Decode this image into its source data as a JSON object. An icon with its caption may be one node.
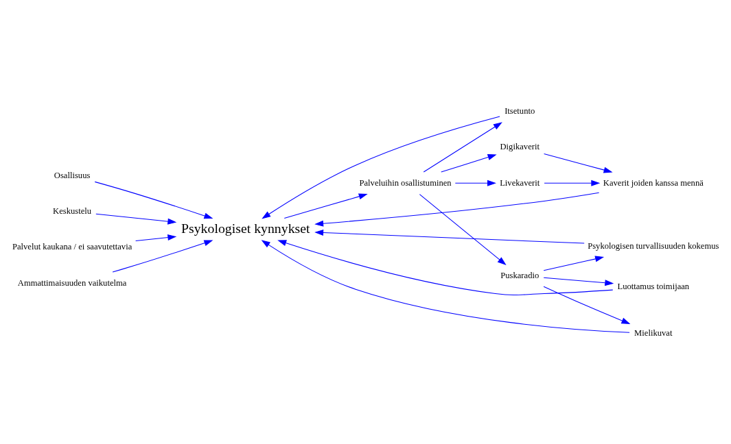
{
  "diagram": {
    "nodes": [
      {
        "text": [
          "Psykologiset kynnykset"
        ]
      },
      {
        "text": [
          "Osallisuus"
        ]
      },
      {
        "text": [
          "Keskustelu"
        ]
      },
      {
        "text": [
          "Palvelut kaukana / ei saavutettavia"
        ]
      },
      {
        "text": [
          "Itsetunto"
        ]
      },
      {
        "text": [
          "Palveluihin osallistuminen"
        ]
      },
      {
        "text": [
          "Ammattimaisuuden vaikutelma"
        ]
      },
      {
        "text": [
          "Digikaverit"
        ]
      },
      {
        "text": [
          "Psykologisen turvallisuuden kokemus"
        ]
      },
      {
        "text": [
          "Kaverit joiden kanssa mennä"
        ]
      },
      {
        "text": [
          "Livekaverit"
        ]
      },
      {
        "text": [
          "Luottamus toimijaan"
        ]
      },
      {
        "text": [
          "Mielikuvat"
        ]
      },
      {
        "text": [
          "Puskaradio"
        ]
      }
    ],
    "edges": [
      {
        "from": 1,
        "to": 0,
        "arrow": "to"
      },
      {
        "from": 2,
        "to": 0,
        "arrow": "to"
      },
      {
        "from": 3,
        "to": 0,
        "arrow": "to"
      },
      {
        "from": 6,
        "to": 0,
        "arrow": "to"
      },
      {
        "from": 4,
        "to": 0,
        "arrow": "to"
      },
      {
        "from": 0,
        "to": 5,
        "arrow": "to"
      },
      {
        "from": 5,
        "to": 4,
        "arrow": "to"
      },
      {
        "from": 5,
        "to": 7,
        "arrow": "to"
      },
      {
        "from": 5,
        "to": 10,
        "arrow": "to"
      },
      {
        "from": 5,
        "to": 13,
        "arrow": "to"
      },
      {
        "from": 7,
        "to": 9,
        "arrow": "to"
      },
      {
        "from": 10,
        "to": 9,
        "arrow": "to"
      },
      {
        "from": 9,
        "to": 0,
        "arrow": "to"
      },
      {
        "from": 8,
        "to": 0,
        "arrow": "to"
      },
      {
        "from": 11,
        "to": 0,
        "arrow": "to"
      },
      {
        "from": 12,
        "to": 0,
        "arrow": "to"
      },
      {
        "from": 13,
        "to": 12,
        "arrow": "to"
      },
      {
        "from": 13,
        "to": 11,
        "arrow": "to"
      },
      {
        "from": 13,
        "to": 8,
        "arrow": "to"
      }
    ]
  }
}
